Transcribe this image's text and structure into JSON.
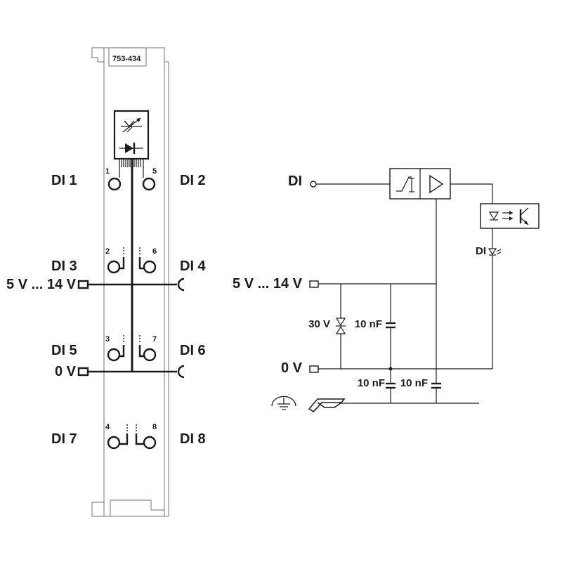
{
  "module": {
    "part_number": "753-434"
  },
  "terminal_labels": {
    "di1": "DI 1",
    "di2": "DI 2",
    "di3": "DI 3",
    "di4": "DI 4",
    "di5": "DI 5",
    "di6": "DI 6",
    "di7": "DI 7",
    "di8": "DI 8",
    "supply": "5 V ... 14 V",
    "zero": "0 V"
  },
  "terminal_numbers": [
    "1",
    "2",
    "3",
    "4",
    "5",
    "6",
    "7",
    "8"
  ],
  "schematic": {
    "input": "DI",
    "supply": "5 V ... 14 V",
    "zero": "0 V",
    "led_label": "DI",
    "zener": "30 V",
    "cap_supply": "10 nF",
    "cap_ground_1": "10 nF",
    "cap_ground_2": "10 nF"
  }
}
